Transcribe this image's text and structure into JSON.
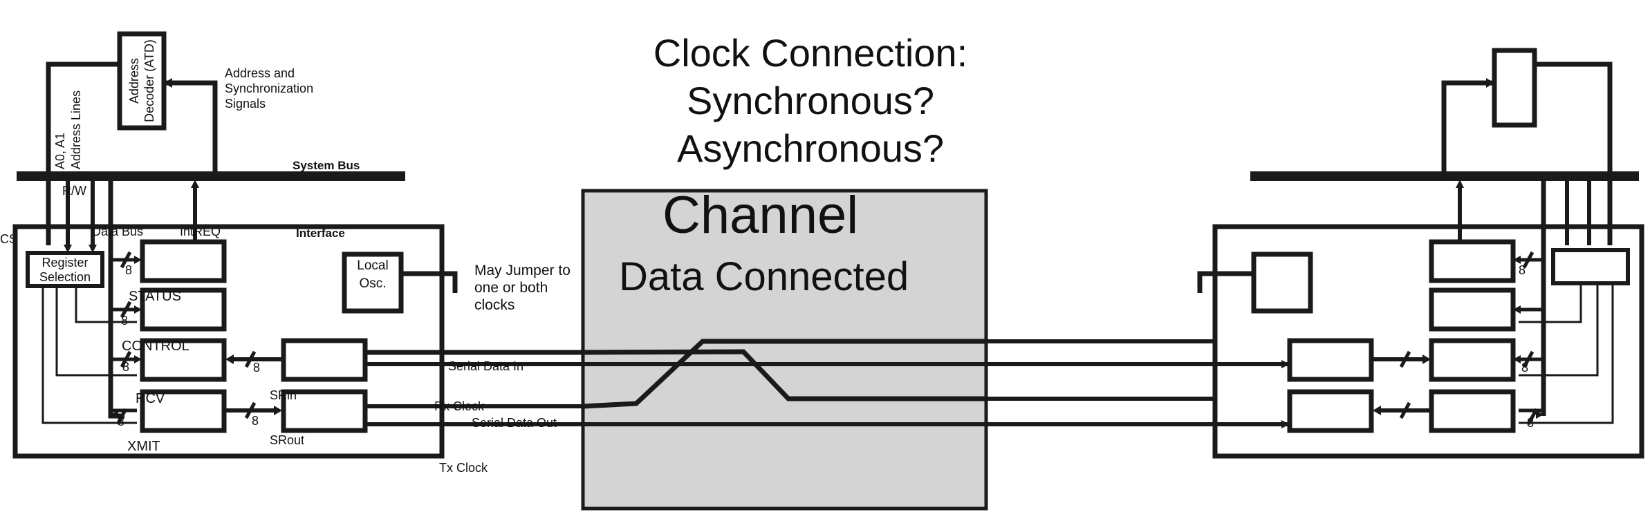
{
  "title": {
    "line1": "Clock Connection:",
    "line2": "Synchronous?",
    "line3": "Asynchronous?"
  },
  "channel": {
    "title": "Channel",
    "subtitle": "Data Connected"
  },
  "labels": {
    "address_decoder_1": "Address",
    "address_decoder_2": "Decoder (ATD)",
    "addr_sync_1": "Address and",
    "addr_sync_2": "Synchronization",
    "addr_sync_3": "Signals",
    "a0a1": "A0, A1",
    "address_lines": "Address Lines",
    "system_bus": "System Bus",
    "rw": "R/W",
    "cs": "CS",
    "data_bus": "Data Bus",
    "intreq": "IntREQ",
    "interface": "Interface",
    "register_selection_1": "Register",
    "register_selection_2": "Selection",
    "status": "STATUS",
    "control": "CONTROL",
    "rcv": "RCV",
    "xmit": "XMIT",
    "srin": "SRin",
    "srout": "SRout",
    "local_osc_1": "Local",
    "local_osc_2": "Osc.",
    "jumper_1": "May Jumper to",
    "jumper_2": "one or both",
    "jumper_3": "clocks",
    "serial_data_in": "Serial Data In",
    "rx_clock": "Rx Clock",
    "serial_data_out": "Serial Data Out",
    "tx_clock": "Tx Clock",
    "bit_width": "8"
  },
  "colors": {
    "line": "#1a1a1a",
    "channel_fill": "#d4d4d4",
    "background": "#ffffff"
  }
}
